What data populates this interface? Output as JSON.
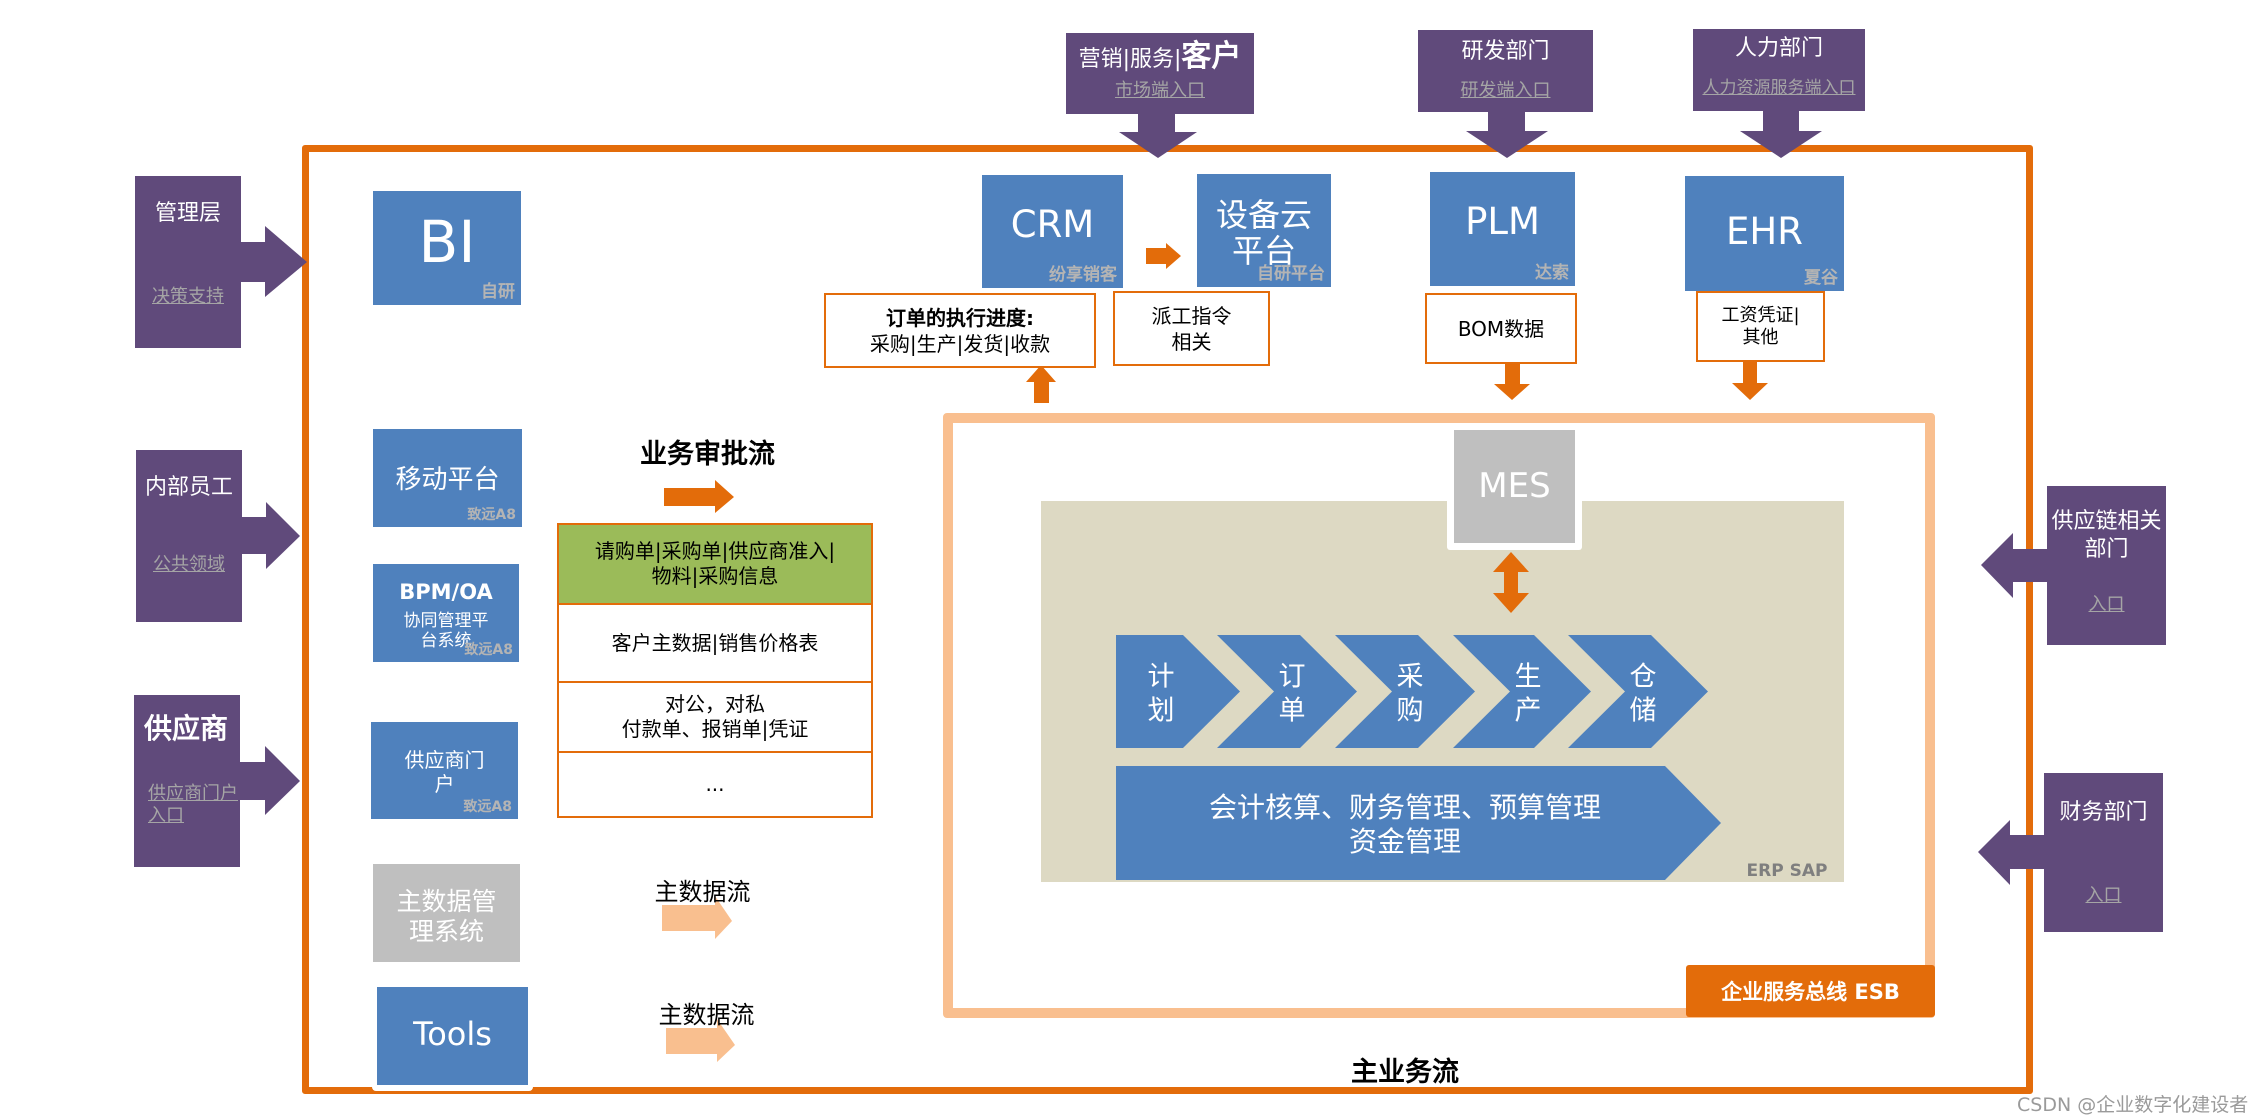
{
  "stakeholders": {
    "management": {
      "title": "管理层",
      "link": "决策支持"
    },
    "internal_staff": {
      "title": "内部员工",
      "link": "公共领域"
    },
    "supplier": {
      "title": "供应商",
      "link_line1": "供应商门户",
      "link_line2": "入口"
    },
    "marketing": {
      "title_prefix": "营销|服务|",
      "title_bold": "客户",
      "link": "市场端入口"
    },
    "rnd": {
      "title": "研发部门",
      "link": "研发端入口"
    },
    "hr": {
      "title": "人力部门",
      "link": "人力资源服务端入口"
    },
    "supply_chain": {
      "title_line1": "供应链相关",
      "title_line2": "部门",
      "link": "入口"
    },
    "finance": {
      "title": "财务部门",
      "link": "入口"
    }
  },
  "systems": {
    "bi": {
      "name": "BI",
      "vendor": "自研"
    },
    "mobile": {
      "name": "移动平台",
      "vendor": "致远A8"
    },
    "bpm": {
      "name": "BPM/OA",
      "sub_line1": "协同管理平",
      "sub_line2": "台系统",
      "vendor": "致远A8"
    },
    "supplier_portal": {
      "name_line1": "供应商门",
      "name_line2": "户",
      "vendor": "致远A8"
    },
    "mdm": {
      "name_line1": "主数据管",
      "name_line2": "理系统"
    },
    "tools": {
      "name": "Tools"
    },
    "crm": {
      "name": "CRM",
      "vendor": "纷享销客"
    },
    "equipment_cloud": {
      "name_line1": "设备云",
      "name_line2": "平台",
      "vendor": "自研平台"
    },
    "plm": {
      "name": "PLM",
      "vendor": "达索"
    },
    "ehr": {
      "name": "EHR",
      "vendor": "夏谷"
    },
    "mes": {
      "name": "MES"
    }
  },
  "notes": {
    "order_progress": {
      "title": "订单的执行进度:",
      "detail": "采购|生产|发货|收款"
    },
    "dispatch": {
      "line1": "派工指令",
      "line2": "相关"
    },
    "bom": {
      "text": "BOM数据"
    },
    "salary": {
      "line1": "工资凭证|",
      "line2": "其他"
    }
  },
  "approval_flow": {
    "title": "业务审批流",
    "rows": [
      {
        "line1": "请购单|采购单|供应商准入|",
        "line2": "物料|采购信息"
      },
      {
        "line1": "客户主数据|销售价格表",
        "line2": ""
      },
      {
        "line1": "对公，对私",
        "line2": "付款单、报销单|凭证"
      },
      {
        "line1": "...",
        "line2": ""
      }
    ]
  },
  "master_data_flows": [
    "主数据流",
    "主数据流"
  ],
  "erp": {
    "steps": [
      {
        "line1": "计",
        "line2": "划"
      },
      {
        "line1": "订",
        "line2": "单"
      },
      {
        "line1": "采",
        "line2": "购"
      },
      {
        "line1": "生",
        "line2": "产"
      },
      {
        "line1": "仓",
        "line2": "储"
      }
    ],
    "finance_line1": "会计核算、财务管理、预算管理",
    "finance_line2": "资金管理",
    "label": "ERP  SAP"
  },
  "esb_label": "企业服务总线 ESB",
  "main_flow_label": "主业务流",
  "watermark": "CSDN @企业数字化建设者",
  "colors": {
    "purple": "#604a7b",
    "blue": "#4f81bd",
    "orange": "#e36c0a",
    "peach": "#f9bf8f",
    "beige": "#ddd9c3",
    "green": "#9bbb59",
    "gray": "#bfbfbf"
  }
}
